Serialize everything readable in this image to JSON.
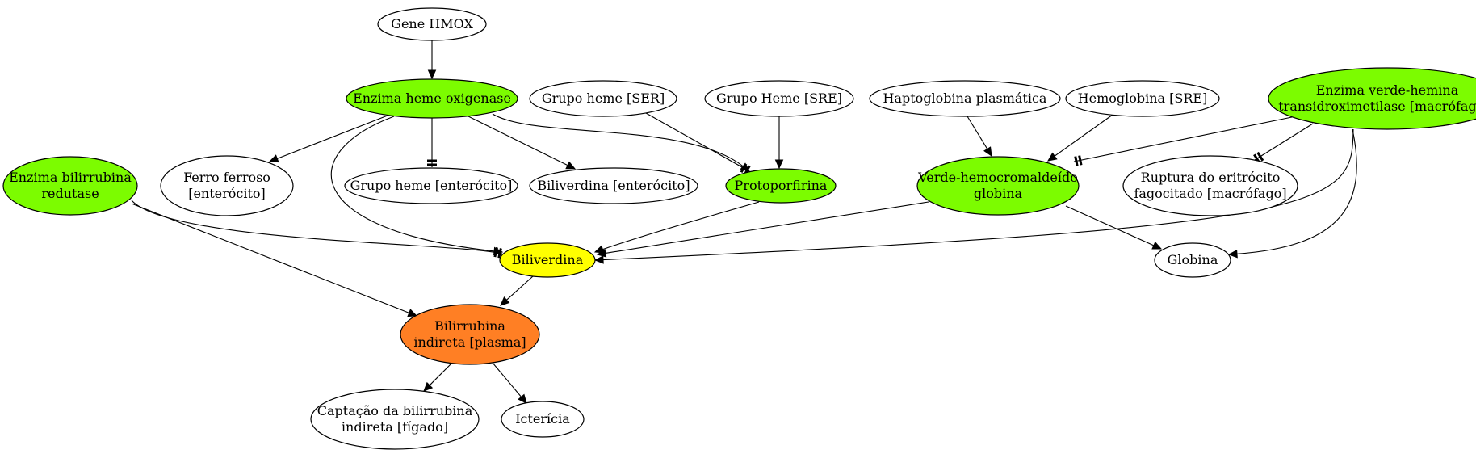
{
  "colors": {
    "green": "#7cfc00",
    "yellow": "#ffff00",
    "orange": "#ff7f24",
    "white": "#ffffff"
  },
  "nodes": [
    {
      "id": "gene_hmox",
      "lines": [
        "Gene HMOX"
      ],
      "fill": "white"
    },
    {
      "id": "enzima_heme_oxigenase",
      "lines": [
        "Enzima heme oxigenase"
      ],
      "fill": "green"
    },
    {
      "id": "grupo_heme_ser",
      "lines": [
        "Grupo heme [SER]"
      ],
      "fill": "white"
    },
    {
      "id": "grupo_heme_sre",
      "lines": [
        "Grupo Heme [SRE]"
      ],
      "fill": "white"
    },
    {
      "id": "haptoglobina",
      "lines": [
        "Haptoglobina plasmática"
      ],
      "fill": "white"
    },
    {
      "id": "hemoglobina_sre",
      "lines": [
        "Hemoglobina [SRE]"
      ],
      "fill": "white"
    },
    {
      "id": "enzima_verde_hemina",
      "lines": [
        "Enzima verde-hemina",
        "transidroximetilase [macrófagos]"
      ],
      "fill": "green"
    },
    {
      "id": "enzima_bilirrubina_redutase",
      "lines": [
        "Enzima bilirrubina",
        "redutase"
      ],
      "fill": "green"
    },
    {
      "id": "ferro_ferroso",
      "lines": [
        "Ferro ferroso",
        "[enterócito]"
      ],
      "fill": "white"
    },
    {
      "id": "grupo_heme_enterocito",
      "lines": [
        "Grupo heme [enterócito]"
      ],
      "fill": "white"
    },
    {
      "id": "biliverdina_enterocito",
      "lines": [
        "Biliverdina [enterócito]"
      ],
      "fill": "white"
    },
    {
      "id": "protoporfirina",
      "lines": [
        "Protoporfirina"
      ],
      "fill": "green"
    },
    {
      "id": "verde_hemocromaldeido",
      "lines": [
        "Verde-hemocromaldeído",
        "globina"
      ],
      "fill": "green"
    },
    {
      "id": "ruptura_eritrocito",
      "lines": [
        "Ruptura do eritrócito",
        "fagocitado [macrófago]"
      ],
      "fill": "white"
    },
    {
      "id": "biliverdina",
      "lines": [
        "Biliverdina"
      ],
      "fill": "yellow"
    },
    {
      "id": "globina",
      "lines": [
        "Globina"
      ],
      "fill": "white"
    },
    {
      "id": "bilirrubina_indireta",
      "lines": [
        "Bilirrubina",
        "indireta [plasma]"
      ],
      "fill": "orange"
    },
    {
      "id": "captacao_bilirrubina",
      "lines": [
        "Captação da bilirrubina",
        "indireta [fígado]"
      ],
      "fill": "white"
    },
    {
      "id": "ictericia",
      "lines": [
        "Icterícia"
      ],
      "fill": "white"
    }
  ],
  "edges": [
    {
      "from": "gene_hmox",
      "to": "enzima_heme_oxigenase",
      "type": "activates"
    },
    {
      "from": "enzima_heme_oxigenase",
      "to": "ferro_ferroso",
      "type": "activates"
    },
    {
      "from": "enzima_heme_oxigenase",
      "to": "grupo_heme_enterocito",
      "type": "inhibits"
    },
    {
      "from": "enzima_heme_oxigenase",
      "to": "biliverdina_enterocito",
      "type": "activates"
    },
    {
      "from": "enzima_heme_oxigenase",
      "to": "protoporfirina",
      "type": "activates"
    },
    {
      "from": "enzima_heme_oxigenase",
      "to": "biliverdina",
      "type": "activates"
    },
    {
      "from": "grupo_heme_ser",
      "to": "protoporfirina",
      "type": "inhibits"
    },
    {
      "from": "grupo_heme_sre",
      "to": "protoporfirina",
      "type": "activates"
    },
    {
      "from": "haptoglobina",
      "to": "verde_hemocromaldeido",
      "type": "activates"
    },
    {
      "from": "hemoglobina_sre",
      "to": "verde_hemocromaldeido",
      "type": "activates"
    },
    {
      "from": "enzima_verde_hemina",
      "to": "verde_hemocromaldeido",
      "type": "inhibits"
    },
    {
      "from": "enzima_verde_hemina",
      "to": "ruptura_eritrocito",
      "type": "inhibits"
    },
    {
      "from": "enzima_verde_hemina",
      "to": "biliverdina",
      "type": "activates"
    },
    {
      "from": "enzima_verde_hemina",
      "to": "globina",
      "type": "activates"
    },
    {
      "from": "enzima_bilirrubina_redutase",
      "to": "biliverdina",
      "type": "inhibits"
    },
    {
      "from": "enzima_bilirrubina_redutase",
      "to": "bilirrubina_indireta",
      "type": "activates"
    },
    {
      "from": "protoporfirina",
      "to": "biliverdina",
      "type": "activates"
    },
    {
      "from": "verde_hemocromaldeido",
      "to": "biliverdina",
      "type": "activates"
    },
    {
      "from": "verde_hemocromaldeido",
      "to": "globina",
      "type": "activates"
    },
    {
      "from": "biliverdina",
      "to": "bilirrubina_indireta",
      "type": "activates"
    },
    {
      "from": "bilirrubina_indireta",
      "to": "captacao_bilirrubina",
      "type": "activates"
    },
    {
      "from": "bilirrubina_indireta",
      "to": "ictericia",
      "type": "activates"
    }
  ]
}
